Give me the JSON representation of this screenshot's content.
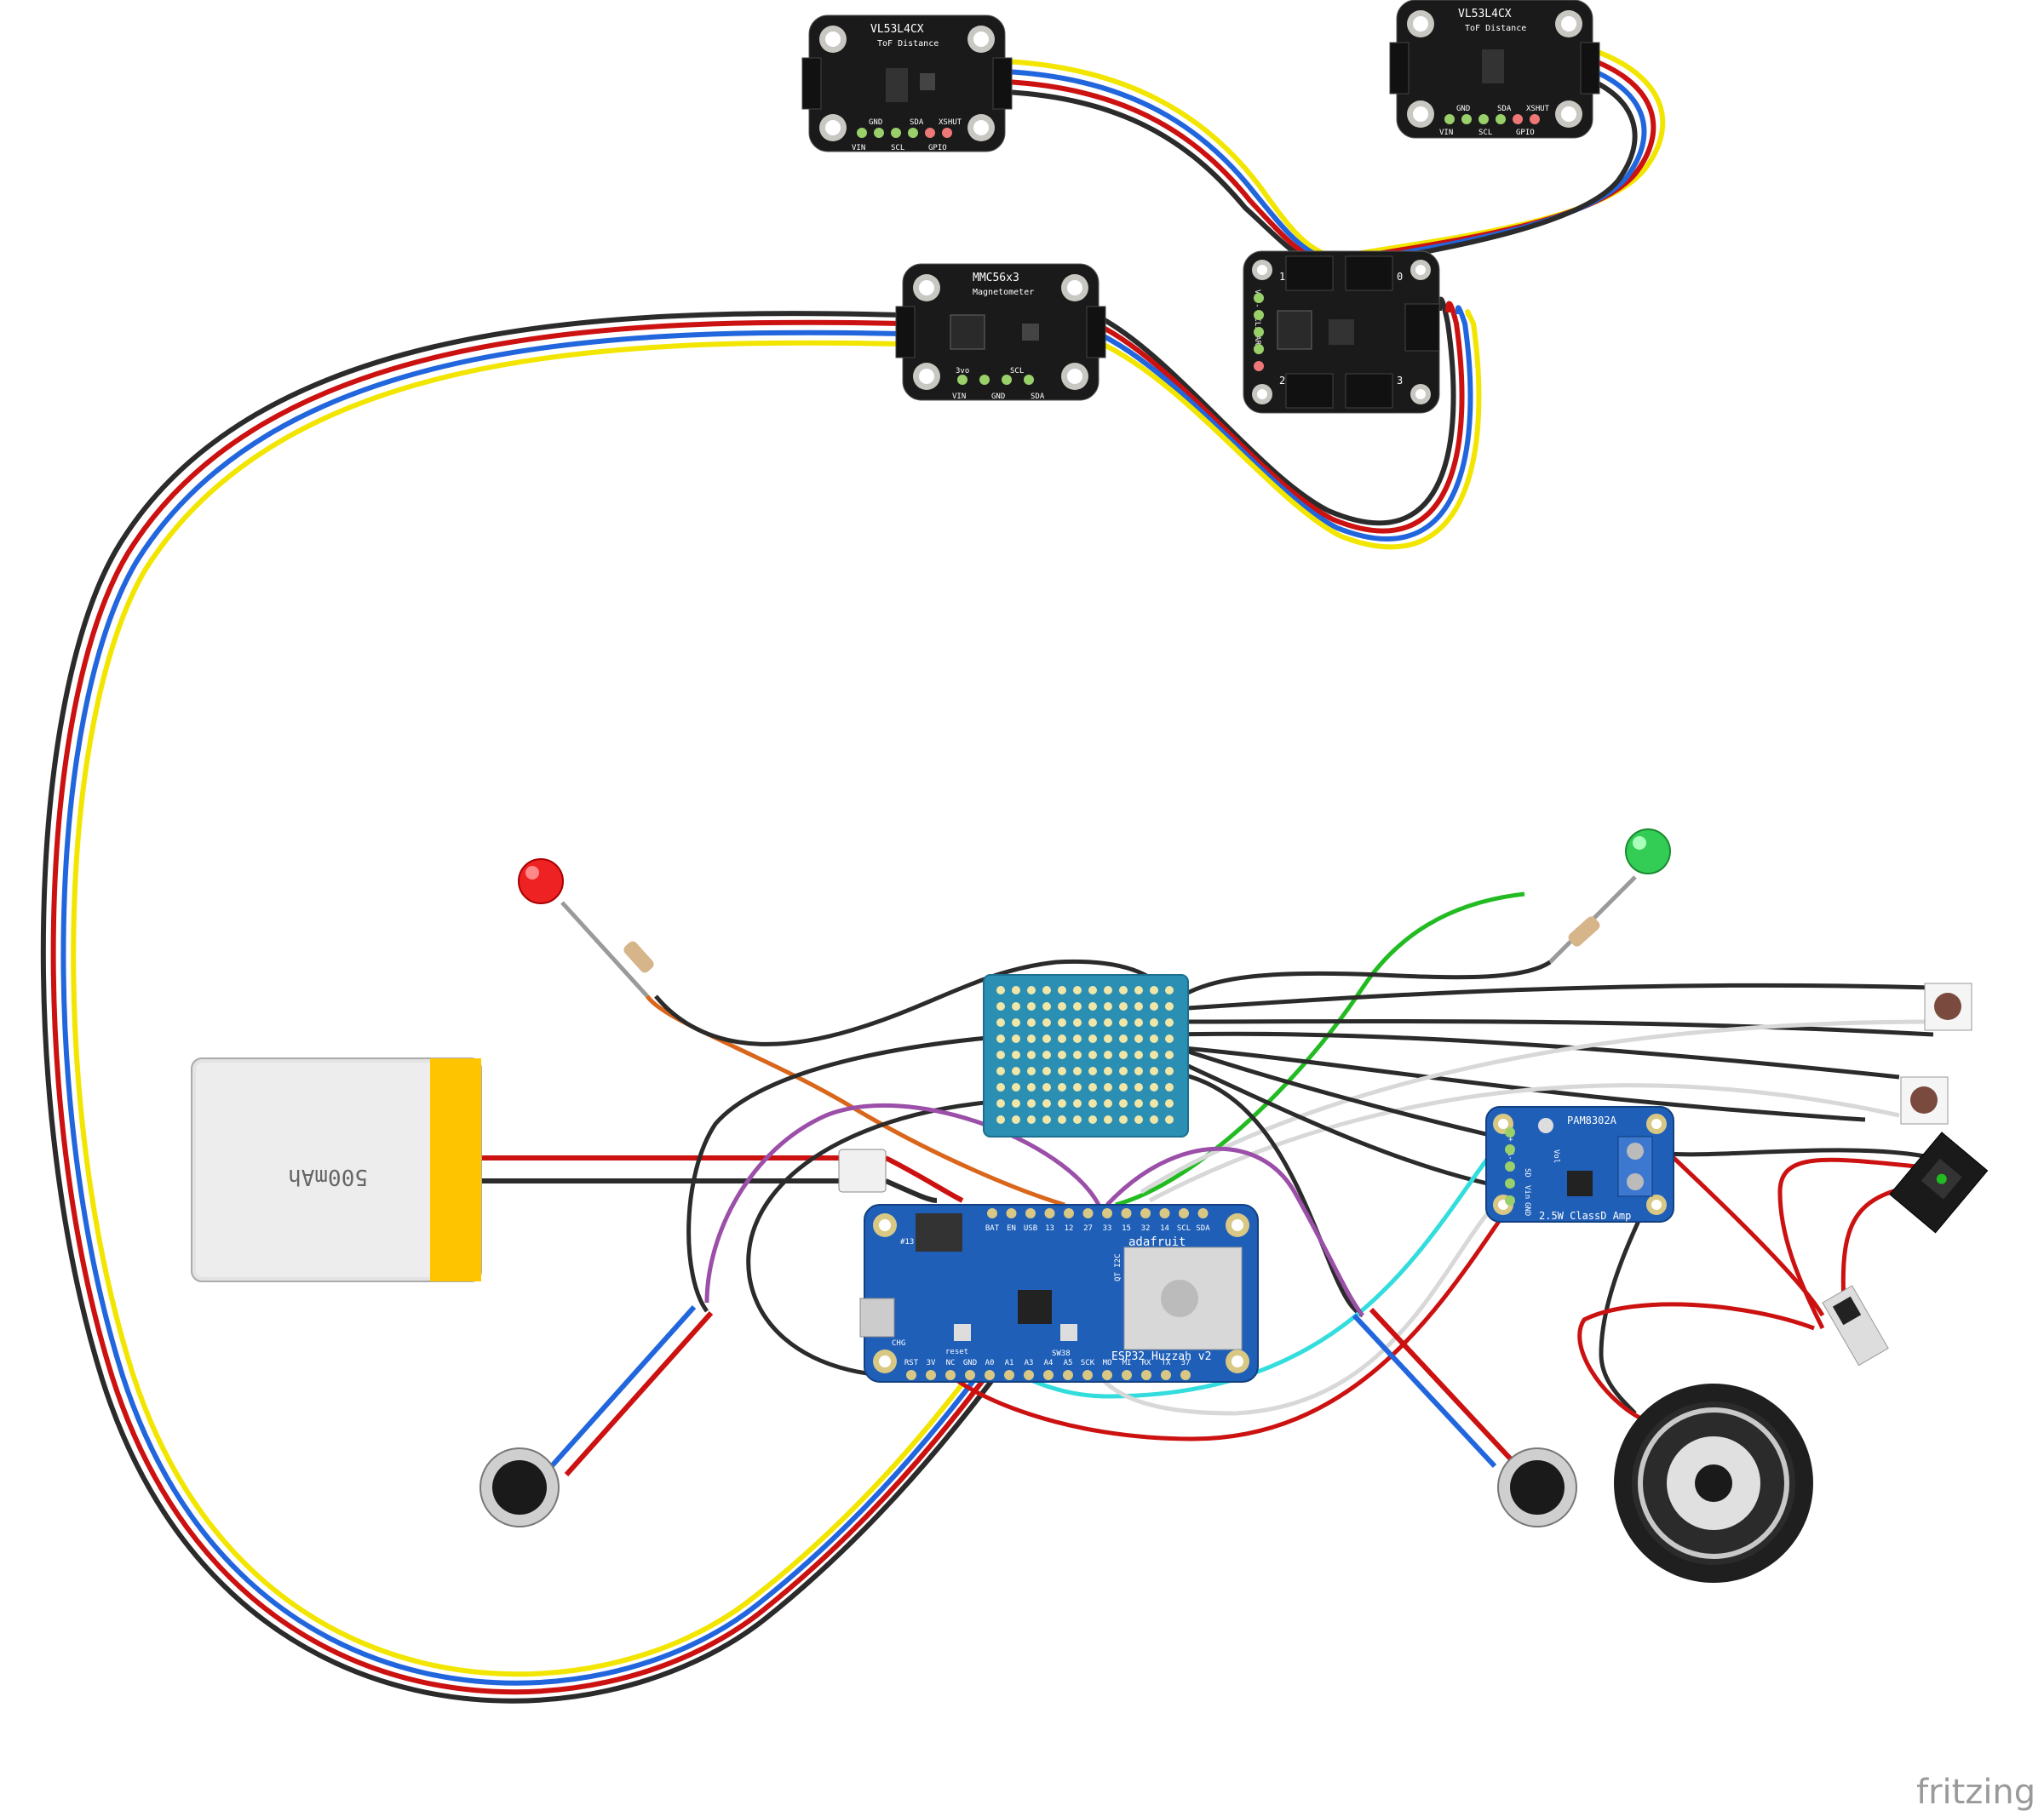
{
  "watermark": "fritzing",
  "sensor_top_left": {
    "title": "VL53L4CX",
    "subtitle": "ToF Distance",
    "pins_top": [
      "GND",
      "SDA",
      "XSHUT"
    ],
    "pins_bottom": [
      "VIN",
      "SCL",
      "GPIO"
    ]
  },
  "sensor_top_right": {
    "title": "VL53L4CX",
    "subtitle": "ToF Distance",
    "pins_top": [
      "GND",
      "SDA",
      "XSHUT"
    ],
    "pins_bottom": [
      "VIN",
      "SCL",
      "GPIO"
    ]
  },
  "magnetometer": {
    "title": "MMC56x3",
    "subtitle": "Magnetometer",
    "pins_top": [
      "3vo",
      "SCL"
    ],
    "pins_bottom": [
      "VIN",
      "GND",
      "SDA"
    ]
  },
  "mux": {
    "side_label": "V+ - SCLSDARS",
    "ports": [
      "1",
      "0",
      "2",
      "3"
    ]
  },
  "battery": {
    "label": "500mAh"
  },
  "huzzah": {
    "brand": "adafruit",
    "name": "ESP32 Huzzah v2",
    "pins_top": [
      "BAT",
      "EN",
      "USB",
      "13",
      "12",
      "27",
      "33",
      "15",
      "32",
      "14",
      "SCL",
      "SDA"
    ],
    "pins_bottom": [
      "RST",
      "3V",
      "NC",
      "GND",
      "A0",
      "A1",
      "A3",
      "A4",
      "A5",
      "SCK",
      "MO",
      "MI",
      "RX",
      "TX",
      "37"
    ],
    "labels": {
      "reset": "reset",
      "sw38": "SW38",
      "led13": "#13",
      "chg": "CHG",
      "stemma": "QT I2C"
    }
  },
  "amp": {
    "chip": "PAM8302A",
    "name": "2.5W ClassD Amp",
    "pins": [
      "A+",
      "A-",
      "SD",
      "Vin",
      "GND"
    ],
    "vol": "Vol"
  },
  "colors": {
    "wire_black": "#2b2b2b",
    "wire_red": "#cc1111",
    "wire_blue": "#2266dd",
    "wire_yellow": "#f2e600",
    "wire_green": "#22bb22",
    "wire_orange": "#d9661a",
    "wire_purple": "#9b4fa8",
    "wire_cyan": "#33dddd",
    "wire_white": "#d8d8d8",
    "stemma_board": "#1a1a1a",
    "huzzah_board": "#1f5fb8",
    "amp_board": "#1f5fb8",
    "protoboard": "#2b8fb3",
    "battery_body": "#e3e3e3",
    "battery_tape": "#ffc400",
    "led_red": "#ee2222",
    "led_green": "#33cc55"
  }
}
